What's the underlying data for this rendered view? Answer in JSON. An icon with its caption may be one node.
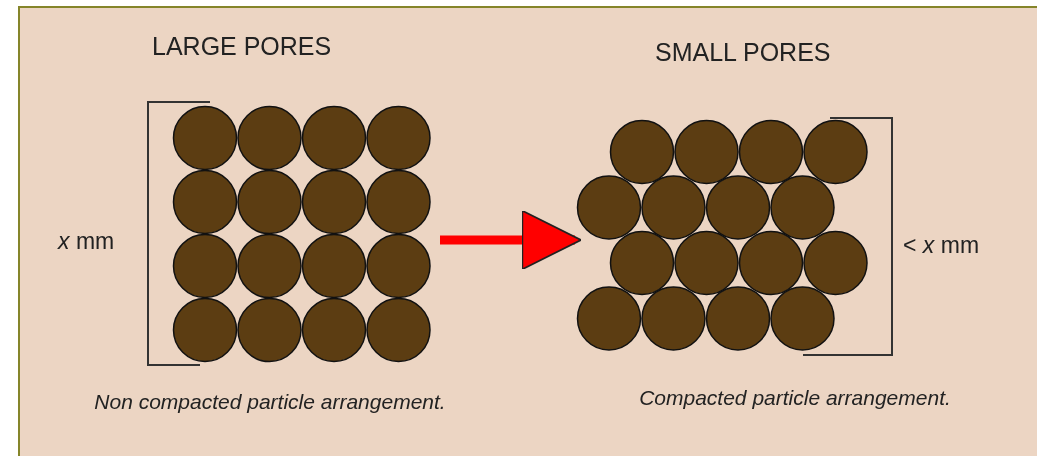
{
  "diagram": {
    "nodes": [
      {
        "text": [
          "LARGE PORES"
        ]
      },
      {
        "text": [
          "SMALL PORES"
        ]
      }
    ],
    "edges": [
      {
        "from": 0,
        "to": 1,
        "arrow": "to"
      }
    ],
    "labels": [
      "*x* mm",
      "< *x* mm",
      "Non compacted particle arrangement.",
      "Compacted particle arrangement."
    ]
  }
}
